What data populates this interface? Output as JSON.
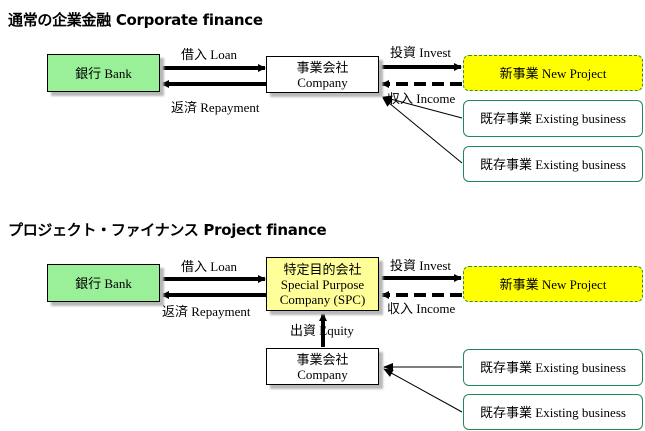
{
  "corporate": {
    "title": "通常の企業金融 Corporate finance",
    "bank": "銀行 Bank",
    "company_jp": "事業会社",
    "company_en": "Company",
    "loan": "借入 Loan",
    "repayment": "返済 Repayment",
    "invest": "投資 Invest",
    "income": "収入 Income",
    "new_project": "新事業 New Project",
    "existing_1": "既存事業 Existing business",
    "existing_2": "既存事業 Existing business"
  },
  "project": {
    "title": "プロジェクト・ファイナンス Project finance",
    "bank": "銀行 Bank",
    "spc_jp": "特定目的会社",
    "spc_en1": "Special Purpose",
    "spc_en2": "Company (SPC)",
    "loan": "借入 Loan",
    "repayment": "返済 Repayment",
    "invest": "投資 Invest",
    "income": "収入 Income",
    "equity": "出資 Equity",
    "company_jp": "事業会社",
    "company_en": "Company",
    "new_project": "新事業 New Project",
    "existing_1": "既存事業 Existing business",
    "existing_2": "既存事業 Existing business"
  },
  "colors": {
    "bank_fill": "#99f099",
    "spc_fill": "#ffff99",
    "new_project_fill": "#ffff00",
    "existing_border": "#1e8a5a"
  }
}
